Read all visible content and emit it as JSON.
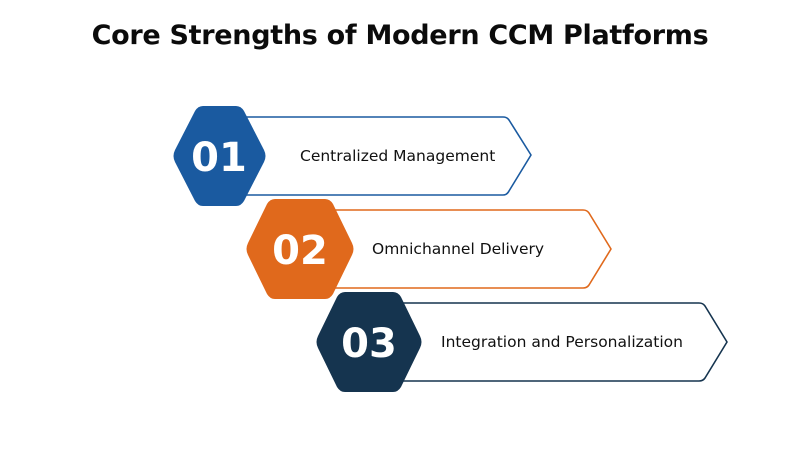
{
  "title": "Core Strengths of Modern CCM Platforms",
  "items": [
    {
      "number": "01",
      "label": "Centralized Management",
      "color": "#1a5aa0",
      "icon": "hexagon"
    },
    {
      "number": "02",
      "label": "Omnichannel Delivery",
      "color": "#e0691c",
      "icon": "hexagon"
    },
    {
      "number": "03",
      "label": "Integration and Personalization",
      "color": "#15344f",
      "icon": "hexagon"
    }
  ]
}
